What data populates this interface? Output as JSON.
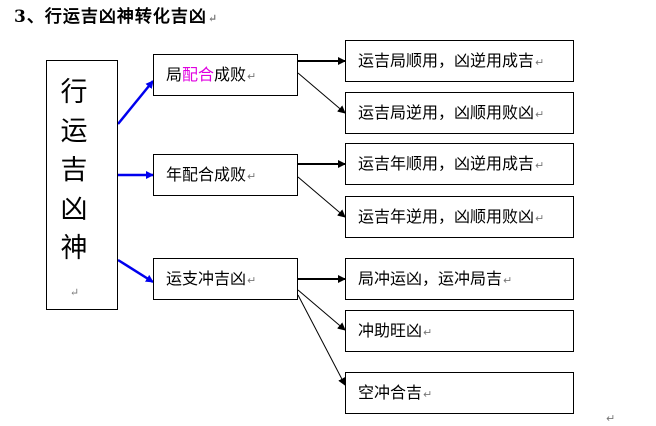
{
  "heading": "3、行运吉凶神转化吉凶",
  "para_mark": "↵",
  "main": {
    "chars": [
      "行",
      "运",
      "吉",
      "凶",
      "神"
    ]
  },
  "mid": [
    {
      "pre": "局",
      "highlight": "配合",
      "post": "成败"
    },
    {
      "pre": "年配合成败",
      "highlight": "",
      "post": ""
    },
    {
      "pre": "运支冲吉凶",
      "highlight": "",
      "post": ""
    }
  ],
  "right": [
    "运吉局顺用，凶逆用成吉",
    "运吉局逆用，凶顺用败凶",
    "运吉年顺用，凶逆用成吉",
    "运吉年逆用，凶顺用败凶",
    "局冲运凶，运冲局吉",
    "冲助旺凶",
    "空冲合吉"
  ],
  "colors": {
    "blue_arrow": "#0000ee",
    "black_arrow": "#000000",
    "highlight": "#e000e0"
  }
}
